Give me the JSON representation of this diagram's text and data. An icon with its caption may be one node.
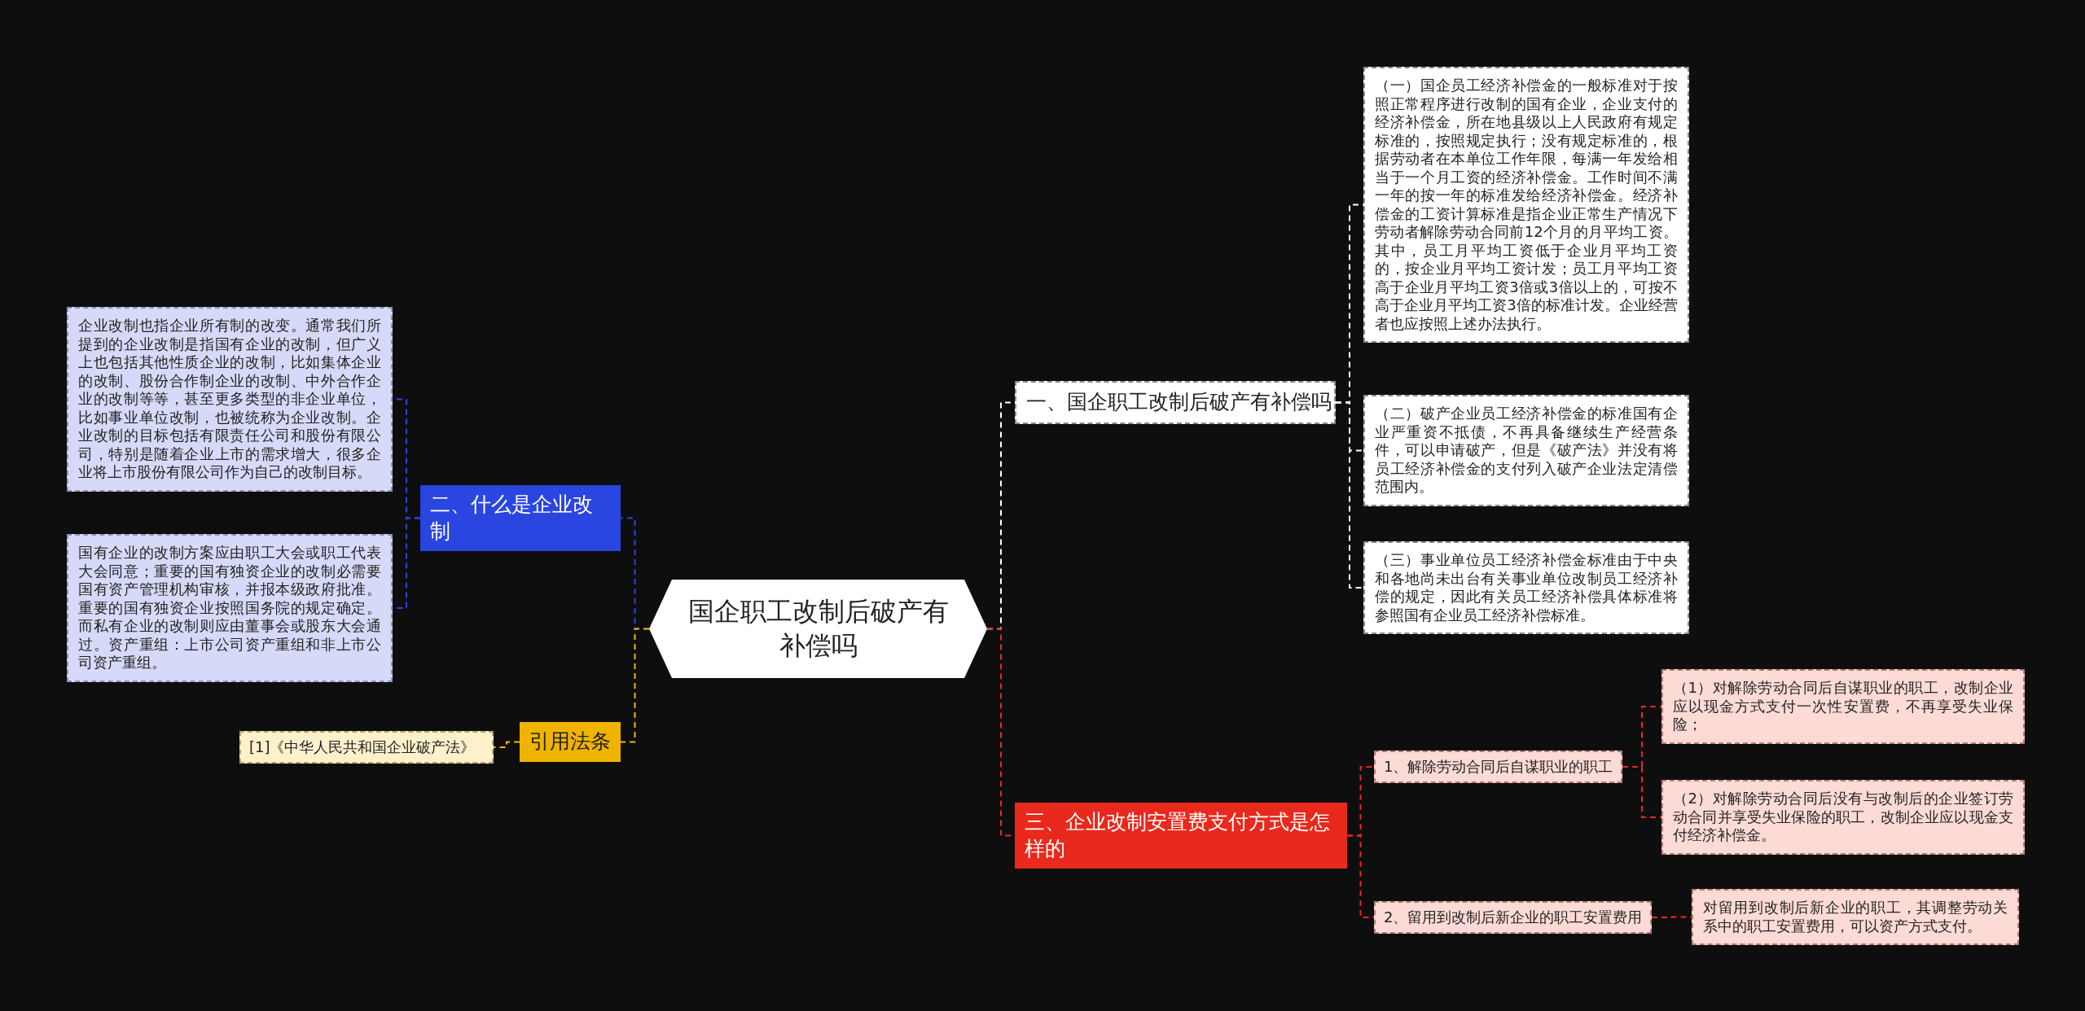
{
  "diagram": {
    "nodes": [
      {
        "text": [
          "国企职工改制后破产有补偿吗"
        ]
      },
      {
        "text": [
          "一、国企职工改制后破产有补偿吗"
        ]
      },
      {
        "text": [
          "（一）国企员工经济补偿金的一般标准对于按照正常程序进行改制的国有企业，企业支付的经济补偿金，所在地县级以上人民政府有规定标准的，按照规定执行；没有规定标准的，根据劳动者在本单位工作年限，每满一年发给相当于一个月工资的经济补偿金。工作时间不满一年的按一年的标准发给经济补偿金。经济补偿金的工资计算标准是指企业正常生产情况下劳动者解除劳动合同前12个月的月平均工资。其中，员工月平均工资低于企业月平均工资的，按企业月平均工资计发；员工月平均工资高于企业月平均工资3倍或3倍以上的，可按不高于企业月平均工资3倍的标准计发。企业经营者也应按照上述办法执行。"
        ]
      },
      {
        "text": [
          "（二）破产企业员工经济补偿金的标准国有企业严重资不抵债，不再具备继续生产经营条件，可以申请破产，但是《破产法》并没有将员工经济补偿金的支付列入破产企业法定清偿范围内。"
        ]
      },
      {
        "text": [
          "（三）事业单位员工经济补偿金标准由于中央和各地尚未出台有关事业单位改制员工经济补偿的规定，因此有关员工经济补偿具体标准将参照国有企业员工经济补偿标准。"
        ]
      },
      {
        "text": [
          "三、企业改制安置费支付方式是怎样的"
        ]
      },
      {
        "text": [
          "1、解除劳动合同后自谋职业的职工"
        ]
      },
      {
        "text": [
          "（1）对解除劳动合同后自谋职业的职工，改制企业应以现金方式支付一次性安置费，不再享受失业保险；"
        ]
      },
      {
        "text": [
          "（2）对解除劳动合同后没有与改制后的企业签订劳动合同并享受失业保险的职工，改制企业应以现金支付经济补偿金。"
        ]
      },
      {
        "text": [
          "2、留用到改制后新企业的职工安置费用"
        ]
      },
      {
        "text": [
          "对留用到改制后新企业的职工，其调整劳动关系中的职工安置费用，可以资产方式支付。"
        ]
      },
      {
        "text": [
          "二、什么是企业改制"
        ]
      },
      {
        "text": [
          "企业改制也指企业所有制的改变。通常我们所提到的企业改制是指国有企业的改制，但广义上也包括其他性质企业的改制，比如集体企业的改制、股份合作制企业的改制、中外合作企业的改制等等，甚至更多类型的非企业单位，比如事业单位改制，也被统称为企业改制。企业改制的目标包括有限责任公司和股份有限公司，特别是随着企业上市的需求增大，很多企业将上市股份有限公司作为自己的改制目标。"
        ]
      },
      {
        "text": [
          "国有企业的改制方案应由职工大会或职工代表大会同意；重要的国有独资企业的改制必需要国有资产管理机构审核，并报本级政府批准。重要的国有独资企业按照国务院的规定确定。而私有企业的改制则应由董事会或股东大会通过。资产重组：上市公司资产重组和非上市公司资产重组。"
        ]
      },
      {
        "text": [
          "引用法条"
        ]
      },
      {
        "text": [
          "[1]《中华人民共和国企业破产法》"
        ]
      }
    ],
    "edges": [
      {
        "from": 0,
        "to": 1,
        "arrow": "none",
        "style": "dashed",
        "color": "#ffffff"
      },
      {
        "from": 1,
        "to": 2,
        "arrow": "none",
        "style": "dashed",
        "color": "#ffffff"
      },
      {
        "from": 1,
        "to": 3,
        "arrow": "none",
        "style": "dashed",
        "color": "#ffffff"
      },
      {
        "from": 1,
        "to": 4,
        "arrow": "none",
        "style": "dashed",
        "color": "#ffffff"
      },
      {
        "from": 0,
        "to": 5,
        "arrow": "none",
        "style": "dashed",
        "color": "#e8291c"
      },
      {
        "from": 5,
        "to": 6,
        "arrow": "none",
        "style": "dashed",
        "color": "#e8291c"
      },
      {
        "from": 6,
        "to": 7,
        "arrow": "none",
        "style": "dashed",
        "color": "#e8291c"
      },
      {
        "from": 6,
        "to": 8,
        "arrow": "none",
        "style": "dashed",
        "color": "#e8291c"
      },
      {
        "from": 5,
        "to": 9,
        "arrow": "none",
        "style": "dashed",
        "color": "#e8291c"
      },
      {
        "from": 9,
        "to": 10,
        "arrow": "none",
        "style": "dashed",
        "color": "#e8291c"
      },
      {
        "from": 0,
        "to": 11,
        "arrow": "none",
        "style": "dashed",
        "color": "#2a45e0"
      },
      {
        "from": 11,
        "to": 12,
        "arrow": "none",
        "style": "dashed",
        "color": "#2a45e0"
      },
      {
        "from": 11,
        "to": 13,
        "arrow": "none",
        "style": "dashed",
        "color": "#2a45e0"
      },
      {
        "from": 0,
        "to": 14,
        "arrow": "none",
        "style": "dashed",
        "color": "#f0b400"
      },
      {
        "from": 14,
        "to": 15,
        "arrow": "none",
        "style": "dashed",
        "color": "#f0b400"
      }
    ]
  }
}
